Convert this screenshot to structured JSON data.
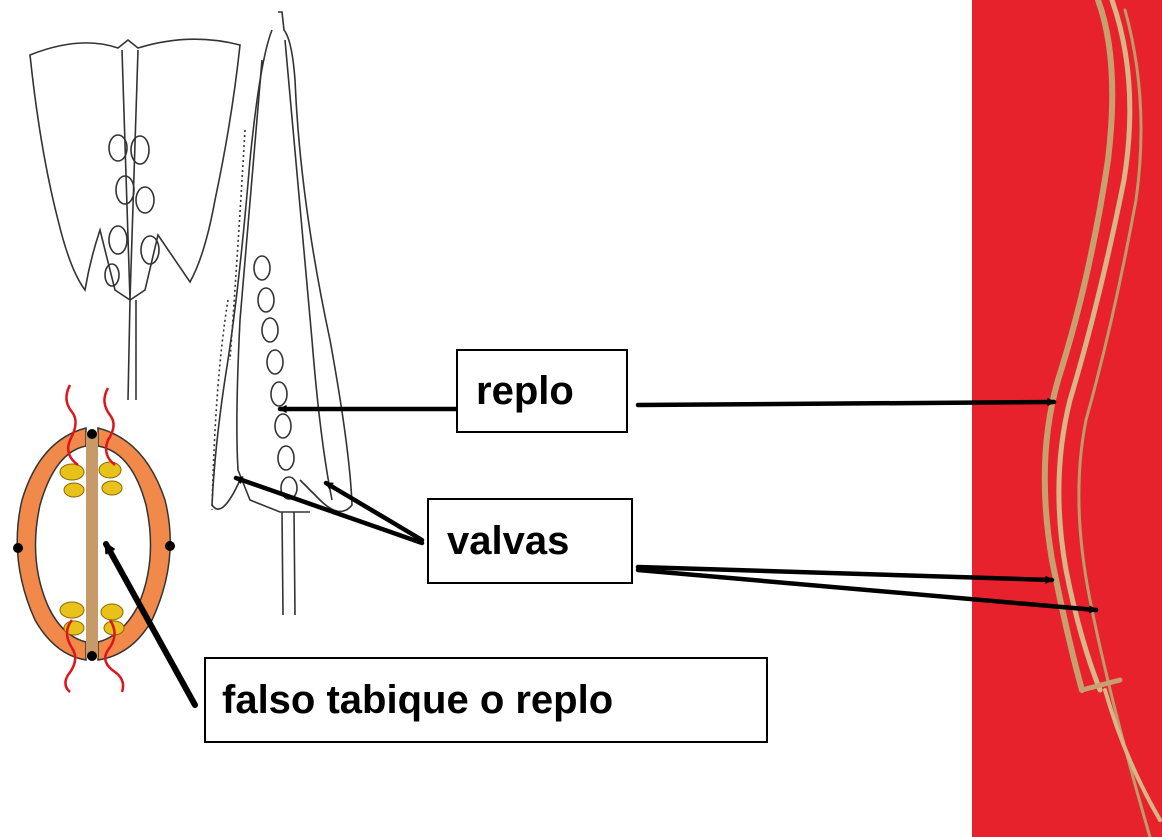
{
  "labels": {
    "replo": "replo",
    "valvas": "valvas",
    "falso_tabique": "falso tabique o replo"
  },
  "colors": {
    "photo_background": "#e8222d",
    "cross_section_wall": "#f0894a",
    "septum": "#c79a6a",
    "seed": "#e8c21a",
    "funicle_lines": "#e0141c",
    "arrows": "#000000",
    "drawing_lines": "#333333"
  }
}
